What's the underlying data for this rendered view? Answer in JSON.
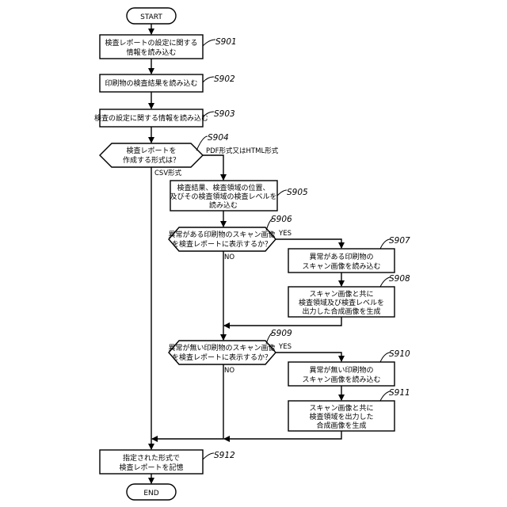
{
  "flowchart": {
    "start": "START",
    "end": "END",
    "steps": {
      "s901": {
        "id": "S901",
        "lines": [
          "検査レポートの設定に関する",
          "情報を読み込む"
        ]
      },
      "s902": {
        "id": "S902",
        "lines": [
          "印刷物の検査結果を読み込む"
        ]
      },
      "s903": {
        "id": "S903",
        "lines": [
          "検査の設定に関する情報を読み込む"
        ]
      },
      "s904": {
        "id": "S904",
        "lines": [
          "検査レポートを",
          "作成する形式は？"
        ]
      },
      "s905": {
        "id": "S905",
        "lines": [
          "検査結果、検査領域の位置、",
          "及びその検査領域の検査レベルを",
          "読み込む"
        ]
      },
      "s906": {
        "id": "S906",
        "lines": [
          "異常がある印刷物のスキャン画像",
          "を検査レポートに表示するか？"
        ]
      },
      "s907": {
        "id": "S907",
        "lines": [
          "異常がある印刷物の",
          "スキャン画像を読み込む"
        ]
      },
      "s908": {
        "id": "S908",
        "lines": [
          "スキャン画像と共に",
          "検査領域及び検査レベルを",
          "出力した合成画像を生成"
        ]
      },
      "s909": {
        "id": "S909",
        "lines": [
          "異常が無い印刷物のスキャン画像",
          "を検査レポートに表示するか？"
        ]
      },
      "s910": {
        "id": "S910",
        "lines": [
          "異常が無い印刷物の",
          "スキャン画像を読み込む"
        ]
      },
      "s911": {
        "id": "S911",
        "lines": [
          "スキャン画像と共に",
          "検査領域を出力した",
          "合成画像を生成"
        ]
      },
      "s912": {
        "id": "S912",
        "lines": [
          "指定された形式で",
          "検査レポートを記憶"
        ]
      }
    },
    "branch_labels": {
      "pdf_html": "PDF形式又はHTML形式",
      "csv": "CSV形式",
      "yes_906": "YES",
      "no_906": "NO",
      "yes_909": "YES",
      "no_909": "NO"
    }
  }
}
